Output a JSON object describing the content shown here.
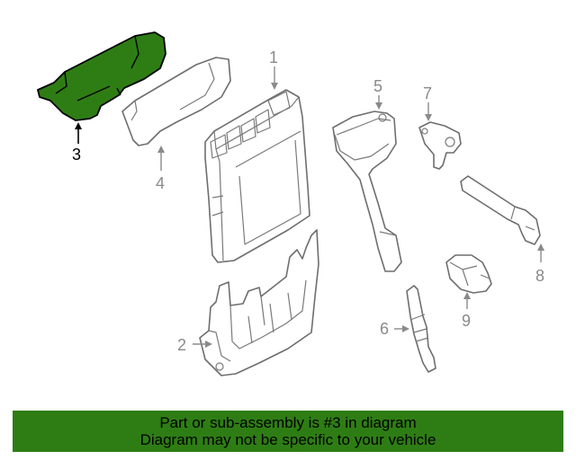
{
  "diagram": {
    "highlighted_part": "3",
    "callouts": {
      "c1": "1",
      "c2": "2",
      "c3": "3",
      "c4": "4",
      "c5": "5",
      "c6": "6",
      "c7": "7",
      "c8": "8",
      "c9": "9"
    },
    "colors": {
      "highlight_fill": "#2e7d14",
      "line_art": "#6e6e6e",
      "callout_text": "#8a8a8a",
      "banner_background": "#2e7d14"
    }
  },
  "banner": {
    "line1": "Part or sub-assembly is #3 in diagram",
    "line2": "Diagram may not be specific to your vehicle"
  }
}
